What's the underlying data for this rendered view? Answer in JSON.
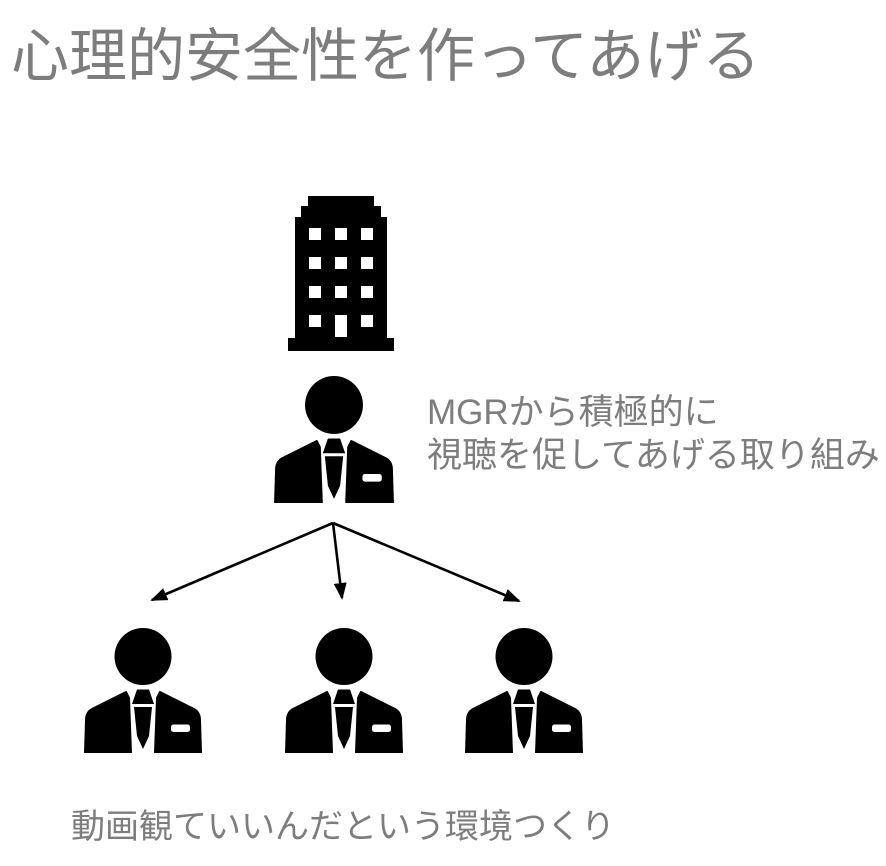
{
  "title": "心理的安全性を作ってあげる",
  "manager_note": {
    "line1": "MGRから積極的に",
    "line2": "視聴を促してあげる取り組み"
  },
  "bottom_caption": "動画観ていいんだという環境つくり",
  "diagram": {
    "type": "top-down org fan-out",
    "nodes": [
      {
        "id": "company",
        "icon": "building-icon"
      },
      {
        "id": "manager",
        "icon": "businessman-icon"
      },
      {
        "id": "member-1",
        "icon": "businessman-icon"
      },
      {
        "id": "member-2",
        "icon": "businessman-icon"
      },
      {
        "id": "member-3",
        "icon": "businessman-icon"
      }
    ],
    "edges": [
      {
        "from": "manager",
        "to": "member-1",
        "style": "arrow"
      },
      {
        "from": "manager",
        "to": "member-2",
        "style": "arrow"
      },
      {
        "from": "manager",
        "to": "member-3",
        "style": "arrow"
      }
    ]
  },
  "colors": {
    "background": "#ffffff",
    "heading_text": "#7d7d7d",
    "body_text": "#7d7d7d",
    "icon": "#000000",
    "arrow": "#000000"
  }
}
